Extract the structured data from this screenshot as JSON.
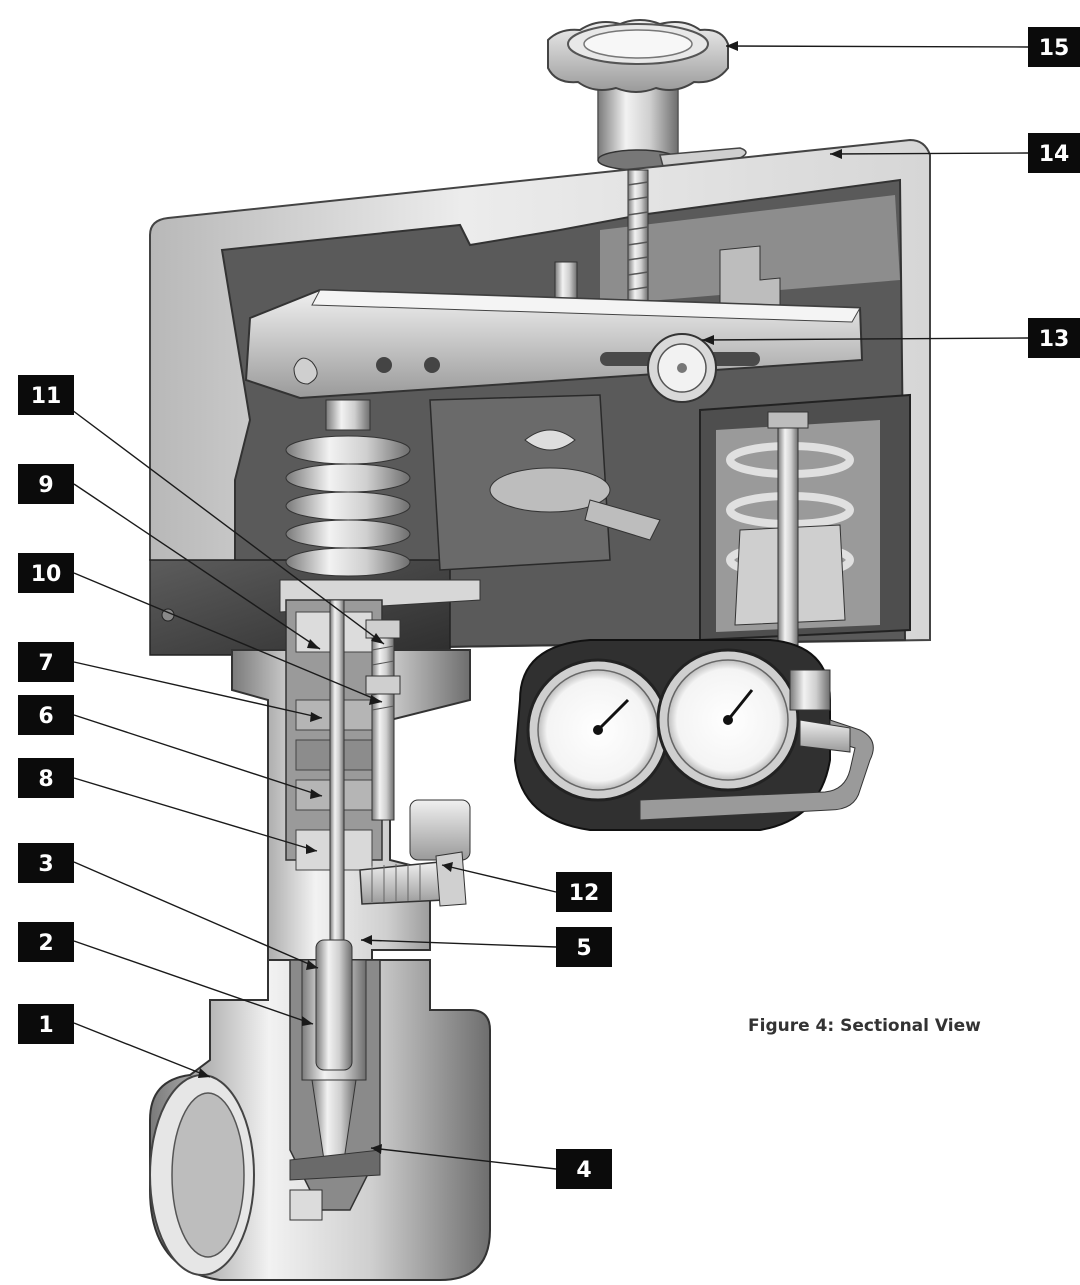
{
  "caption": "Figure 4: Sectional View",
  "callouts": [
    {
      "id": "1",
      "label": "1"
    },
    {
      "id": "2",
      "label": "2"
    },
    {
      "id": "3",
      "label": "3"
    },
    {
      "id": "4",
      "label": "4"
    },
    {
      "id": "5",
      "label": "5"
    },
    {
      "id": "6",
      "label": "6"
    },
    {
      "id": "7",
      "label": "7"
    },
    {
      "id": "8",
      "label": "8"
    },
    {
      "id": "9",
      "label": "9"
    },
    {
      "id": "10",
      "label": "10"
    },
    {
      "id": "11",
      "label": "11"
    },
    {
      "id": "12",
      "label": "12"
    },
    {
      "id": "13",
      "label": "13"
    },
    {
      "id": "14",
      "label": "14"
    },
    {
      "id": "15",
      "label": "15"
    }
  ],
  "colors": {
    "callout_box": "#0b0b0b",
    "callout_text": "#ffffff",
    "leader_line": "#1a1a1a",
    "metal_light": "#e6e6e6",
    "metal_mid": "#a9a9a9",
    "metal_dark": "#5a5a5a",
    "housing_dark": "#3c3c3c"
  }
}
